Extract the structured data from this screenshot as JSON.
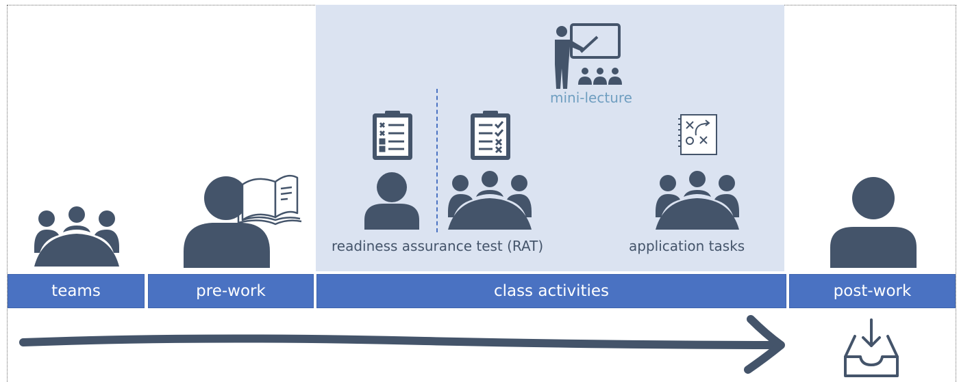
{
  "stages": {
    "teams": "teams",
    "pre_work": "pre-work",
    "class_activities": "class activities",
    "post_work": "post-work"
  },
  "labels": {
    "mini_lecture": "mini-lecture",
    "rat": "readiness assurance test (RAT)",
    "application_tasks": "application tasks"
  },
  "icons": {
    "teams": "team-table-icon",
    "pre_work": "person-reading-book-icon",
    "mini_lecture": "presenter-board-icon",
    "rat_individual": "clipboard-checklist-icon",
    "rat_team": "clipboard-checklist-icon",
    "application": "strategy-board-icon",
    "post_work": "inbox-tray-icon"
  },
  "colors": {
    "bar": "#4a72c2",
    "highlight": "#dbe3f1",
    "icon": "#44546a",
    "mini_lecture_text": "#6f9ec0"
  }
}
